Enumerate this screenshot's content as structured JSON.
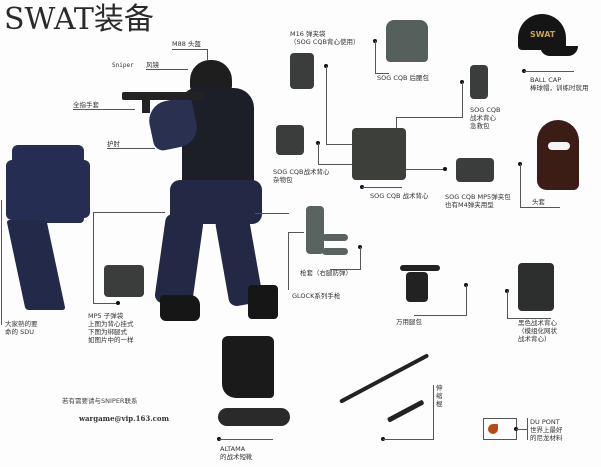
{
  "title": "SWAT装备",
  "labels": {
    "helmet": "M88 头盔",
    "goggles_prefix": "Sniper",
    "goggles": "风镜",
    "gloves": "全指手套",
    "elbow_pads": "护肘",
    "mag_pouch_m16": "M16 弹夹袋\n（SOG CQB背心使用）",
    "backpack": "SOG CQB 后腰包",
    "ball_cap": "BALL CAP\n棒球帽，训练时就用",
    "medical_pouch": "SOG CQB\n战术背心\n急救包",
    "vest_utility_pouch": "SOG CQB战术背心\n杂物包",
    "tactical_vest": "SOG CQB 战术背心",
    "mp5_pouch": "SOG CQB MP5弹夹包\n也有M4弹夹用型",
    "balaclava": "头套",
    "uniform": "大家熟的要\n命的 SDU",
    "mp5_mag_pouch": "MP5 子弹袋\n上图为背心挂式\n下图为绑腿式\n如图片中的一样",
    "holster": "枪套（右腿防弹）",
    "glock": "GLOCK系列手枪",
    "leg_bag": "万用腿包",
    "mesh_vest": "黑色战术背心\n（模组化网状\n战术背心）",
    "baton": "伸\n缩\n棍",
    "boots": "ALTAMA\n的战术短靴",
    "du_pont": "DU PONT\n世界上最好\n的尼龙材料"
  },
  "cap_text": "SWAT",
  "contact": {
    "note": "若有需要请与SNIPER联系",
    "email": "wargame@vip.163.com"
  },
  "colors": {
    "background": "#fdfdfd",
    "uniform_navy": "#262d52",
    "line": "#555555",
    "cap_text": "#c8a24a",
    "balaclava": "#3b1d16"
  }
}
